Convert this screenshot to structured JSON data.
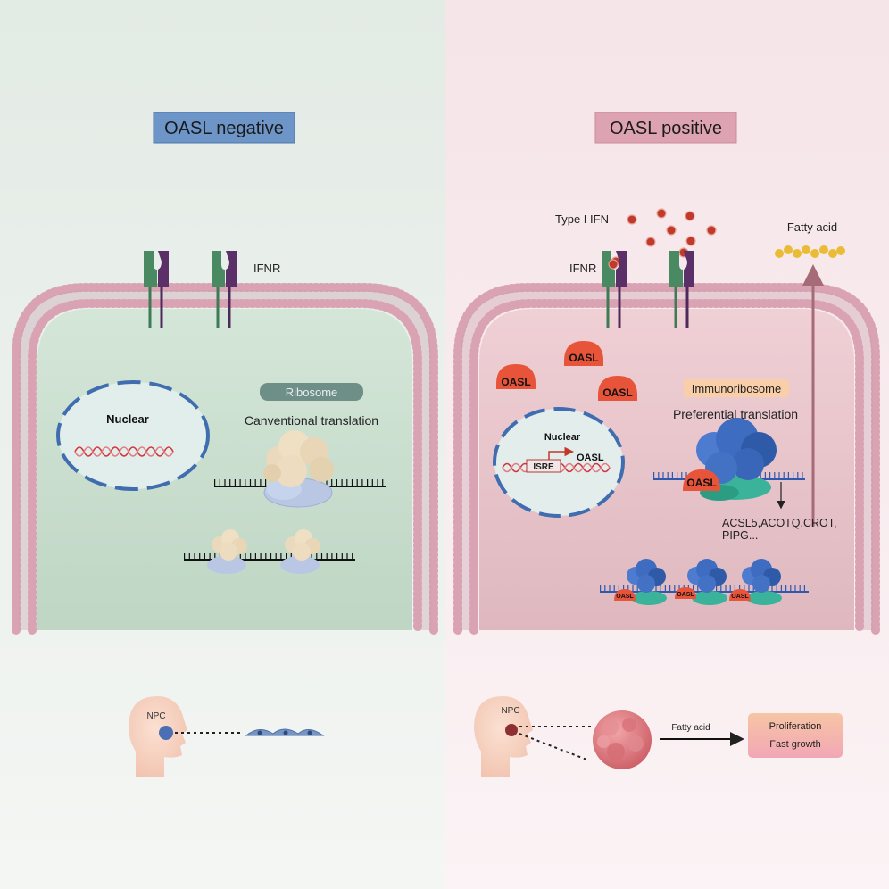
{
  "left_panel": {
    "title": "OASL negative",
    "receptor_label": "IFNR",
    "nucleus_label": "Nuclear",
    "ribosome_label": "Ribosome",
    "translation_label": "Canventional translation",
    "npc_label": "NPC",
    "colors": {
      "background": "#e5ede7",
      "cell": "#c6dccb",
      "title_box": "#6b93c6"
    }
  },
  "right_panel": {
    "title": "OASL positive",
    "ifn_label": "Type I IFN",
    "receptor_label": "IFNR",
    "fatty_acid_label": "Fatty acid",
    "oasl_label": "OASL",
    "immunoribosome_label": "Immunoribosome",
    "translation_label": "Preferential translation",
    "nucleus_label": "Nuclear",
    "isre_label": "ISRE",
    "gene_label": "OASL",
    "targets_line1": "ACSL5,ACOTQ,CROT,",
    "targets_line2": "PIPG...",
    "npc_label": "NPC",
    "arrow_label": "Fatty acid",
    "outcome_line1": "Proliferation",
    "outcome_line2": "Fast growth",
    "colors": {
      "background": "#f6e6ea",
      "cell": "#e6c3c9",
      "title_box": "#dea3b1",
      "oasl": "#e8543a",
      "ribosome": "#3d6cc0"
    }
  }
}
